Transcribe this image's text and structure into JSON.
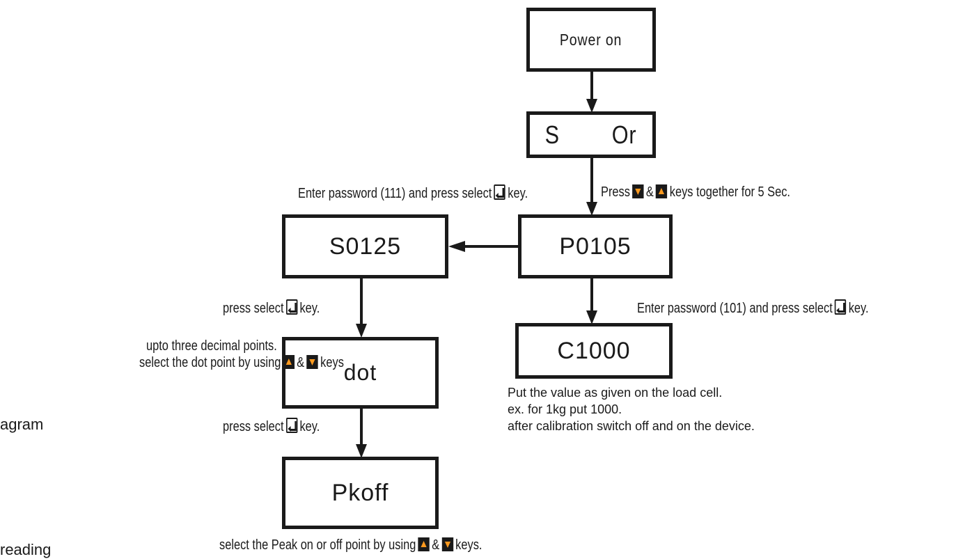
{
  "diagram": {
    "colors": {
      "stroke": "#1a1a1a",
      "key_accent": "#ff9a1f",
      "background": "#ffffff"
    },
    "nodes": {
      "power_on": "Power on",
      "sor": "S        Or",
      "p0105": "P0105",
      "s0125": "S0125",
      "c1000": "C1000",
      "dot": "dot",
      "pkoff": "Pkoff"
    },
    "labels": {
      "enter_111_a": "Enter password (111) and press select",
      "enter_111_b": "key.",
      "press_together_a": "Press",
      "press_together_b": "&",
      "press_together_c": "keys together for 5 Sec.",
      "enter_101_a": "Enter password (101) and press select",
      "enter_101_b": "key.",
      "press_select_1a": "press select",
      "press_select_1b": "key.",
      "press_select_2a": "press select",
      "press_select_2b": "key.",
      "dot_note_line1": "upto three decimal points.",
      "dot_note_line2a": "select the dot point by using",
      "dot_note_line2b": "&",
      "dot_note_line2c": "keys",
      "peak_note_a": "select the Peak on or off point by using",
      "peak_note_b": "&",
      "peak_note_c": "keys.",
      "c1000_note_line1": "Put the value as given on the load cell.",
      "c1000_note_line2": "ex. for 1kg put 1000.",
      "c1000_note_line3": "after calibration switch off and on the device.",
      "cut_left_1": "agram",
      "cut_left_2": "reading"
    },
    "icons": [
      "enter-key-icon",
      "up-arrow-key-icon",
      "down-arrow-key-icon"
    ]
  }
}
